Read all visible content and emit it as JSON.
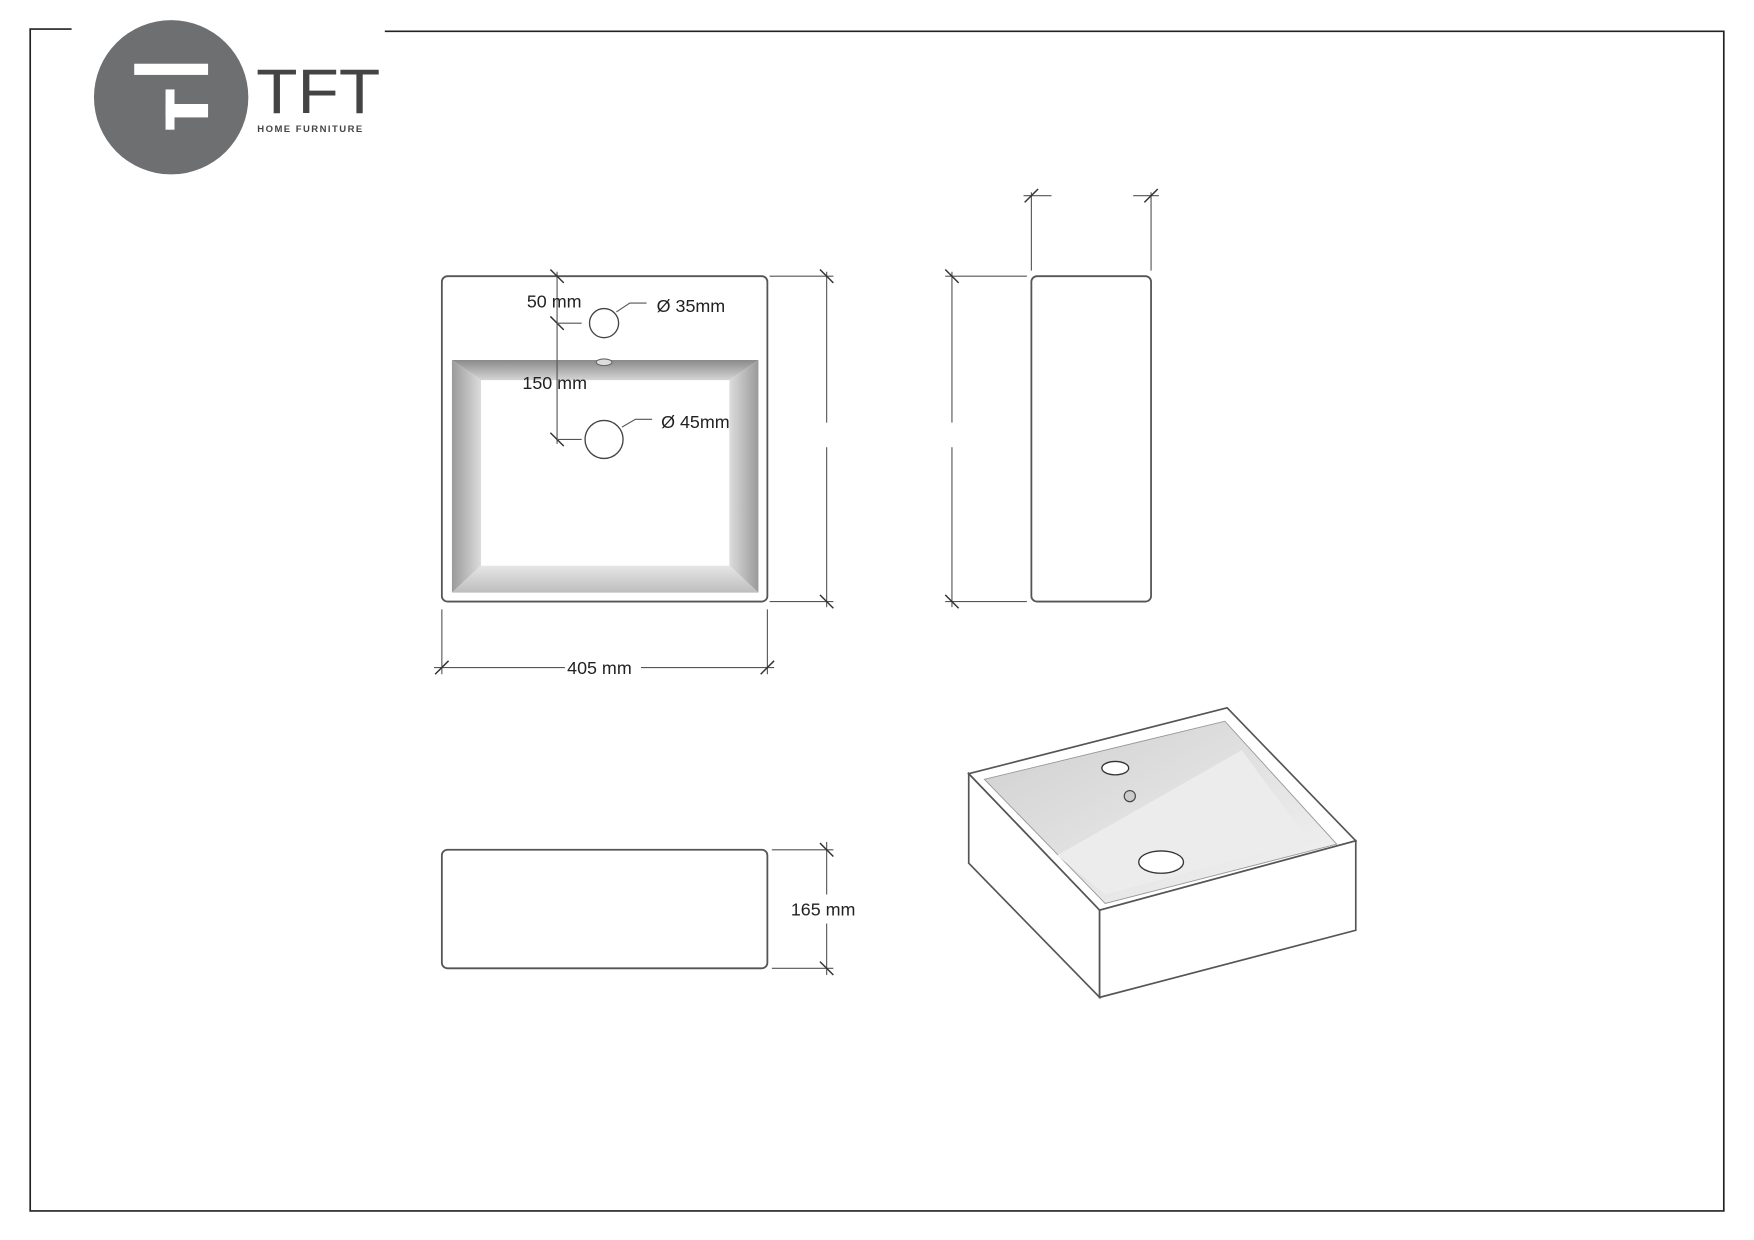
{
  "logo": {
    "brand": "TFT",
    "subtitle": "HOME FURNITURE",
    "color": "#6d6f71"
  },
  "drawing": {
    "top_view": {
      "tap_offset": "50 mm",
      "tap_hole": "Ø 35mm",
      "drain_offset": "150 mm",
      "drain_hole": "Ø 45mm",
      "width": "405 mm"
    },
    "front_view": {
      "height": "165 mm"
    }
  }
}
